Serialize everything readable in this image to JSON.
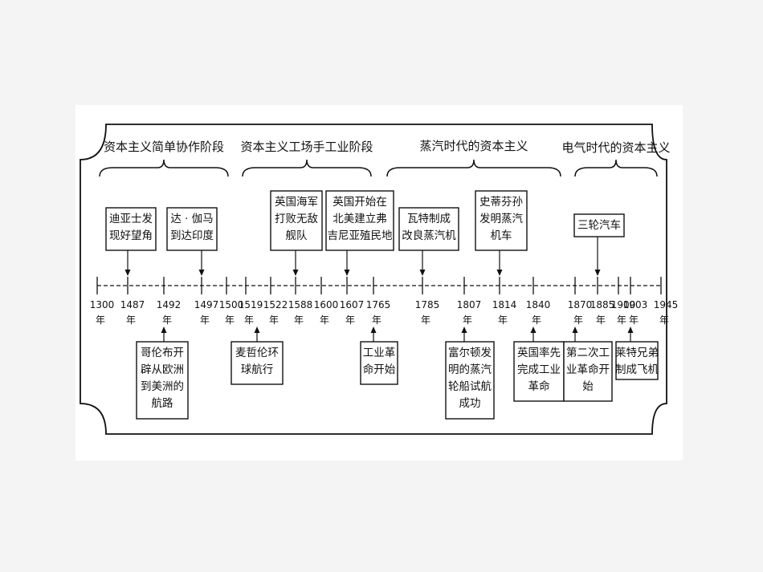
{
  "stages": [
    {
      "label": "资本主义简单协作阶段"
    },
    {
      "label": "资本主义工场手工业阶段"
    },
    {
      "label": "蒸汽时代的资本主义"
    },
    {
      "label": "电气时代的资本主义"
    }
  ],
  "years": [
    "1300",
    "1487",
    "1492",
    "1497",
    "1500",
    "1519",
    "1522",
    "1588",
    "1600",
    "1607",
    "1765",
    "1785",
    "1807",
    "1814",
    "1840",
    "1870",
    "1885",
    "1900",
    "1903",
    "1945"
  ],
  "year_unit": "年",
  "events_above": [
    {
      "lines": [
        "迪亚士发",
        "现好望角"
      ]
    },
    {
      "lines": [
        "达 · 伽马",
        "到达印度"
      ]
    },
    {
      "lines": [
        "英国海军",
        "打败无敌",
        "舰队"
      ]
    },
    {
      "lines": [
        "英国开始在",
        "北美建立弗",
        "吉尼亚殖民地"
      ]
    },
    {
      "lines": [
        "瓦特制成",
        "改良蒸汽机"
      ]
    },
    {
      "lines": [
        "史蒂芬孙",
        "发明蒸汽",
        "机车"
      ]
    },
    {
      "lines": [
        "三轮汽车"
      ]
    }
  ],
  "events_below": [
    {
      "lines": [
        "哥伦布开",
        "辟从欧洲",
        "到美洲的",
        "航路"
      ]
    },
    {
      "lines": [
        "麦哲伦环",
        "球航行"
      ]
    },
    {
      "lines": [
        "工业革",
        "命开始"
      ]
    },
    {
      "lines": [
        "富尔顿发",
        "明的蒸汽",
        "轮船试航",
        "成功"
      ]
    },
    {
      "lines": [
        "英国率先",
        "完成工业",
        "革命"
      ]
    },
    {
      "lines": [
        "第二次工",
        "业革命开",
        "始"
      ]
    },
    {
      "lines": [
        "莱特兄弟",
        "制成飞机"
      ]
    }
  ]
}
